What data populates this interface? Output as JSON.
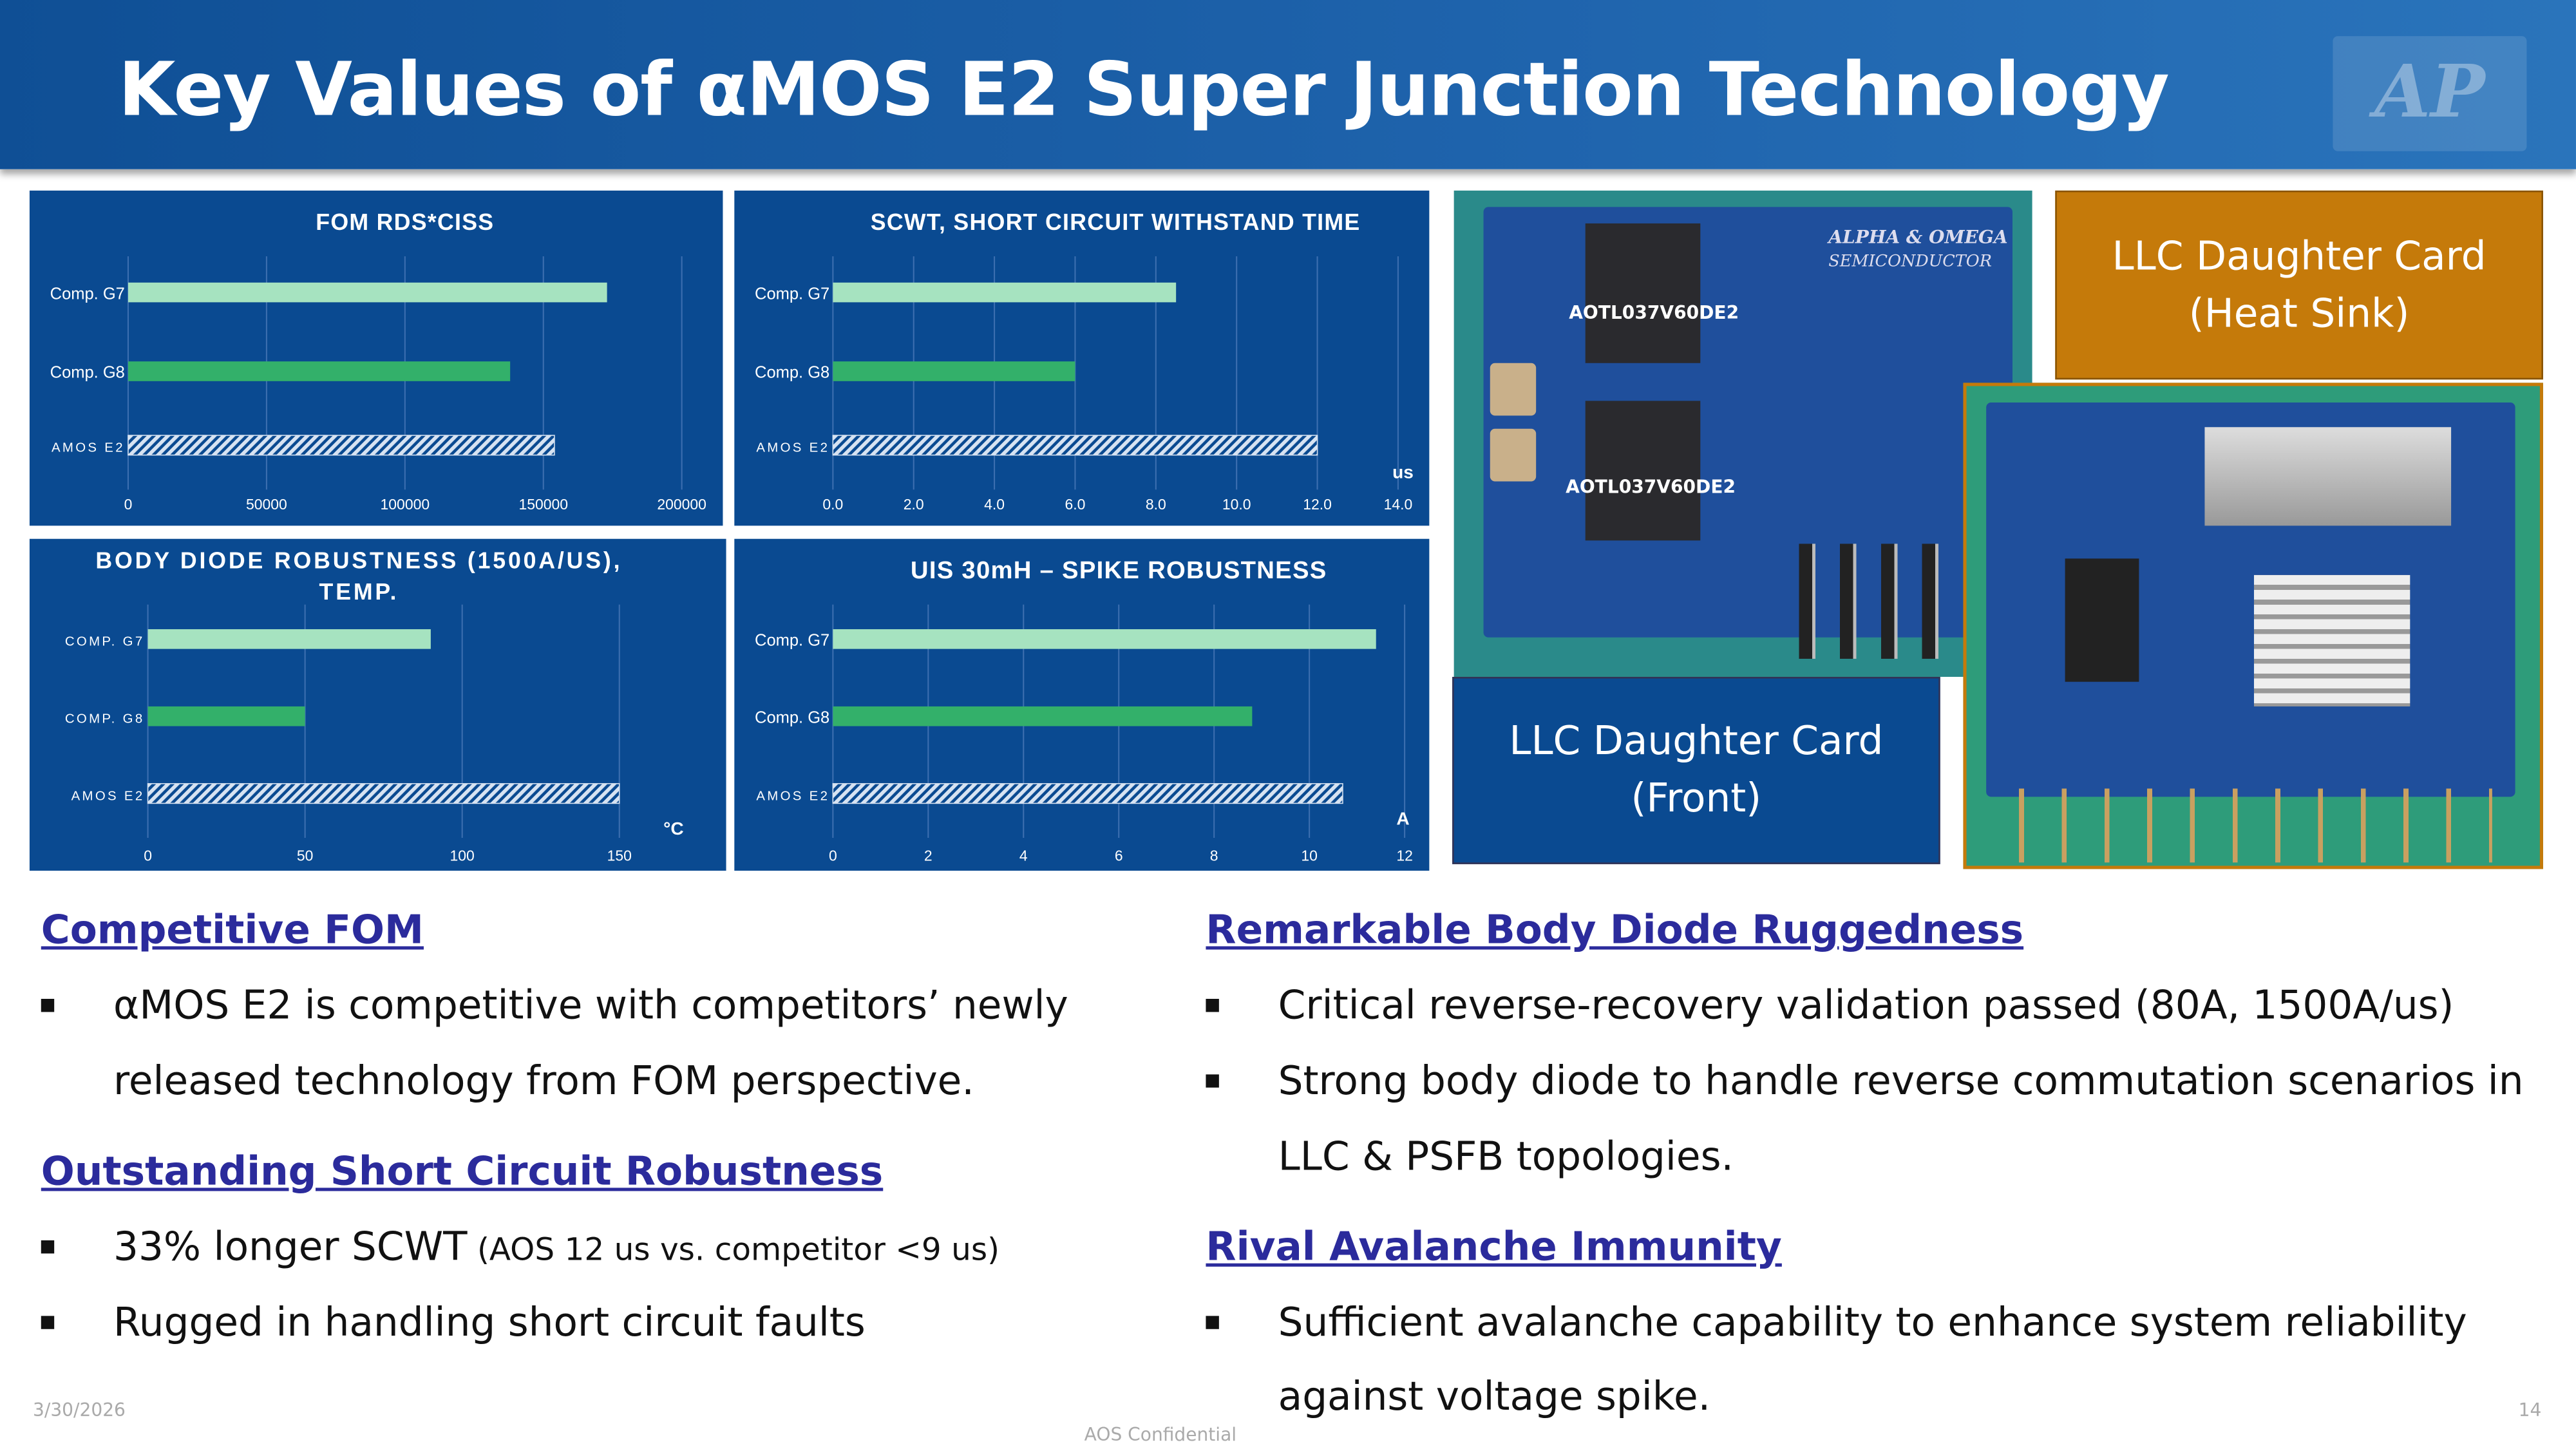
{
  "header": {
    "title": "Key Values of αMOS E2 Super Junction Technology",
    "logo_text": "AP"
  },
  "colors": {
    "header": "#1a5aa0",
    "chart_bg": "#0a4a91",
    "comp_g7": "#a6e3c0",
    "comp_g8": "#33b06a",
    "amos_e2": "#d7e3f2",
    "heading": "#2b2b9c",
    "orange": "#c57a0a"
  },
  "chart_data": [
    {
      "type": "bar",
      "title": "FOM RDS*CISS",
      "categories": [
        "Comp. G7",
        "Comp. G8",
        "AMOS E2"
      ],
      "values": [
        173000,
        138000,
        154000
      ],
      "xlim": [
        0,
        200000
      ],
      "ticks": [
        "0",
        "50000",
        "100000",
        "150000",
        "200000"
      ],
      "unit": ""
    },
    {
      "type": "bar",
      "title": "SCWT, SHORT CIRCUIT WITHSTAND TIME",
      "categories": [
        "Comp. G7",
        "Comp. G8",
        "AMOS E2"
      ],
      "values": [
        8.5,
        6.0,
        12.0
      ],
      "xlim": [
        0,
        14
      ],
      "ticks": [
        "0.0",
        "2.0",
        "4.0",
        "6.0",
        "8.0",
        "10.0",
        "12.0",
        "14.0"
      ],
      "unit": "us"
    },
    {
      "type": "bar",
      "title": "BODY DIODE ROBUSTNESS (1500A/US),",
      "title2": "TEMP.",
      "categories": [
        "COMP. G7",
        "COMP. G8",
        "AMOS E2"
      ],
      "values": [
        90,
        50,
        150
      ],
      "xlim": [
        0,
        150
      ],
      "ticks": [
        "0",
        "50",
        "100",
        "150"
      ],
      "unit": "°C"
    },
    {
      "type": "bar",
      "title": "UIS 30mH – SPIKE ROBUSTNESS",
      "categories": [
        "Comp. G7",
        "Comp. G8",
        "AMOS E2"
      ],
      "values": [
        11.4,
        8.8,
        10.7
      ],
      "xlim": [
        0,
        12
      ],
      "ticks": [
        "0",
        "2",
        "4",
        "6",
        "8",
        "10",
        "12"
      ],
      "unit": "A"
    }
  ],
  "photos": {
    "front_caption_1": "LLC Daughter Card",
    "front_caption_2": "(Front)",
    "heatsink_caption_1": "LLC Daughter Card",
    "heatsink_caption_2": "(Heat Sink)",
    "part_1": "AOTL037V60DE2",
    "part_2": "AOTL037V60DE2",
    "silk_brand_1": "ALPHA & OMEGA",
    "silk_brand_2": "SEMICONDUCTOR"
  },
  "left": {
    "h1": "Competitive FOM",
    "b1": "αMOS E2 is competitive with competitors’ newly",
    "b1b": "released technology from FOM perspective.",
    "h2": "Outstanding Short Circuit Robustness",
    "b2": "33% longer SCWT",
    "b2_small": " (AOS 12 us vs. competitor <9 us)",
    "b3": "Rugged in handling short circuit faults"
  },
  "right": {
    "h1": "Remarkable Body Diode Ruggedness",
    "b1": "Critical reverse-recovery validation passed (80A, 1500A/us)",
    "b2": "Strong body diode to handle reverse commutation scenarios in",
    "b2b": "LLC & PSFB topologies.",
    "h2": "Rival Avalanche Immunity",
    "b3": "Sufficient avalanche capability to enhance system reliability",
    "b3b": "against voltage spike."
  },
  "footer": {
    "date": "3/30/2026",
    "confidential": "AOS Confidential",
    "page": "14"
  }
}
